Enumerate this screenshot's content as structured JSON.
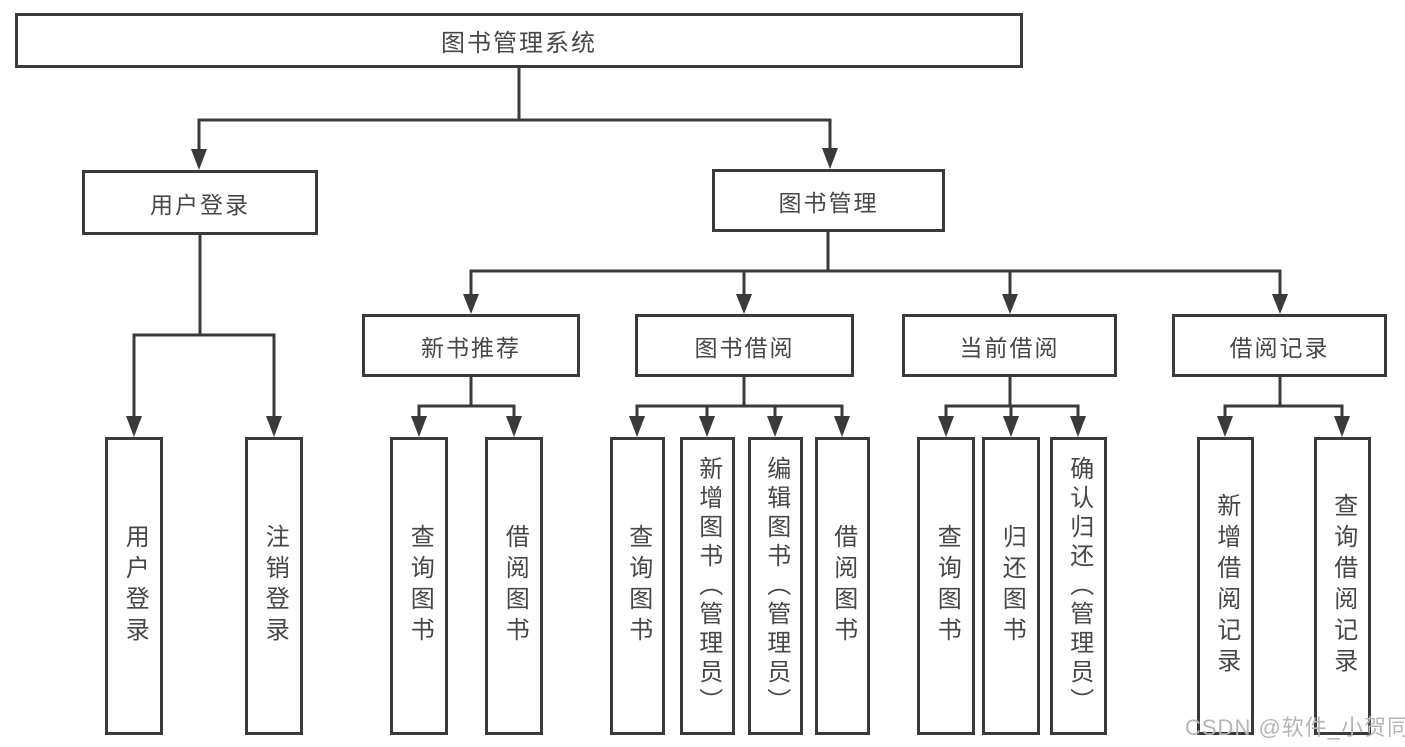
{
  "diagram": {
    "root": "图书管理系统",
    "level1": [
      "用户登录",
      "图书管理"
    ],
    "level2": [
      "新书推荐",
      "图书借阅",
      "当前借阅",
      "借阅记录"
    ],
    "leaves": {
      "user_login": [
        "用户登录",
        "注销登录"
      ],
      "new_book": [
        "查询图书",
        "借阅图书"
      ],
      "book_borrow": [
        "查询图书",
        "新增图书（管理员）",
        "编辑图书（管理员）",
        "借阅图书"
      ],
      "current_borrow": [
        "查询图书",
        "归还图书",
        "确认归还（管理员）"
      ],
      "borrow_record": [
        "新增借阅记录",
        "查询借阅记录"
      ]
    }
  },
  "watermark": {
    "text": "CSDN @软件_小贺同学"
  },
  "colors": {
    "line": "#3a3a3a",
    "text": "#474747",
    "watermark": "#b5b5b5",
    "background": "#ffffff"
  }
}
